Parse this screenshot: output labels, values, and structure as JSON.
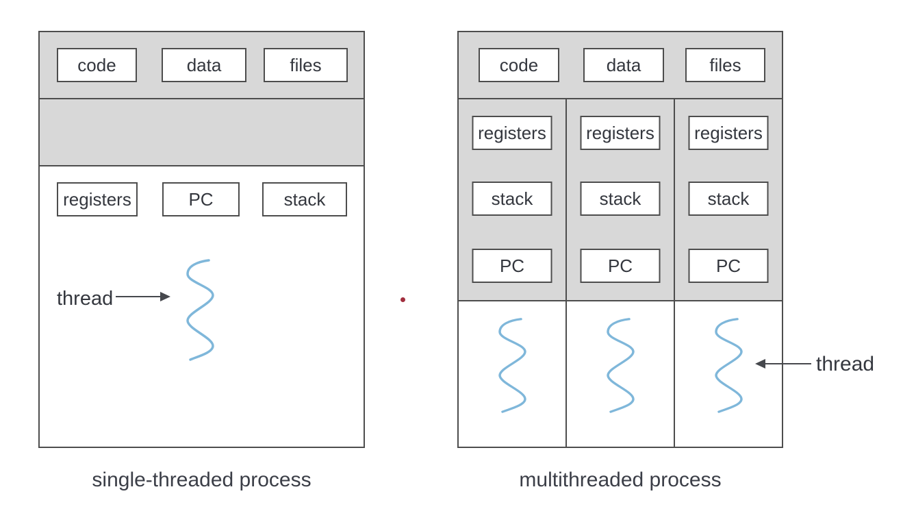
{
  "figure": {
    "left_diagram": {
      "caption": "single-threaded process",
      "shared_boxes": [
        "code",
        "data",
        "files"
      ],
      "thread_boxes": [
        "registers",
        "PC",
        "stack"
      ],
      "thread_label": "thread",
      "thread_count": 1
    },
    "right_diagram": {
      "caption": "multithreaded process",
      "shared_boxes": [
        "code",
        "data",
        "files"
      ],
      "columns": [
        {
          "boxes": [
            "registers",
            "stack",
            "PC"
          ]
        },
        {
          "boxes": [
            "registers",
            "stack",
            "PC"
          ]
        },
        {
          "boxes": [
            "registers",
            "stack",
            "PC"
          ]
        }
      ],
      "thread_label": "thread",
      "thread_count": 3
    },
    "icons": {
      "thread_squiggle": "wavy-line",
      "left_arrow": "arrow-pointing-right",
      "right_arrow": "arrow-pointing-left",
      "separator_dot": "small-red-dot"
    },
    "colors": {
      "band_gray": "#d8d8d8",
      "border": "#4d4d4d",
      "thread_blue": "#7fb7da",
      "text": "#34373e",
      "dot_red": "#a12e3e",
      "background": "#ffffff"
    }
  }
}
